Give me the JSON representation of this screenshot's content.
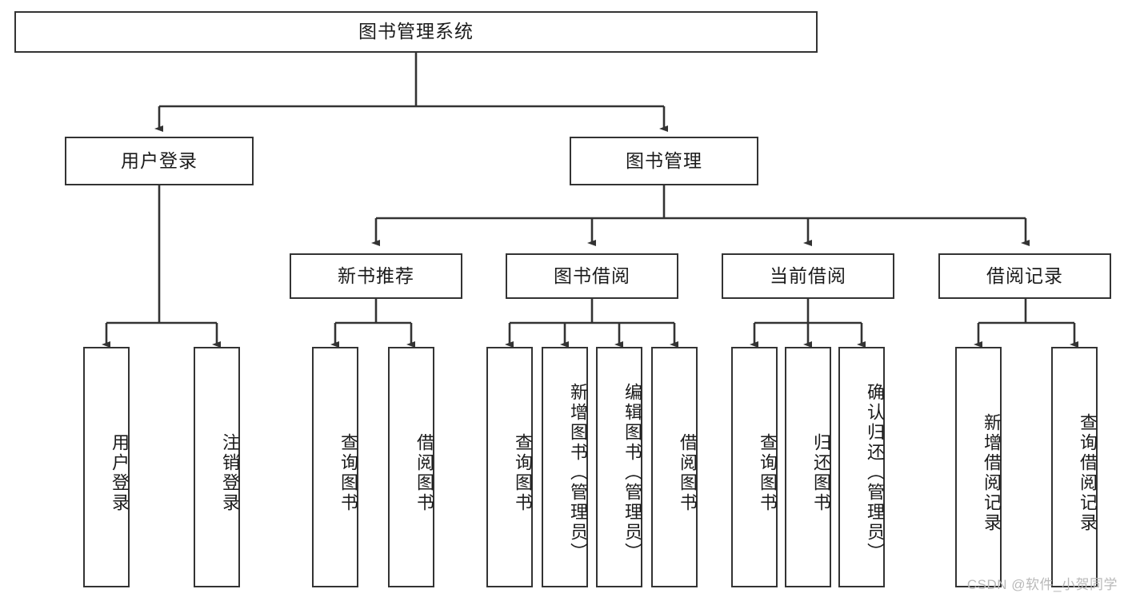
{
  "diagram": {
    "type": "tree-hierarchy",
    "title": "图书管理系统",
    "root": {
      "label": "图书管理系统"
    },
    "level2": [
      {
        "label": "用户登录"
      },
      {
        "label": "图书管理"
      }
    ],
    "level3": [
      {
        "label": "新书推荐"
      },
      {
        "label": "图书借阅"
      },
      {
        "label": "当前借阅"
      },
      {
        "label": "借阅记录"
      }
    ],
    "leaves": {
      "user_login": [
        {
          "label": "用户登录"
        },
        {
          "label": "注销登录"
        }
      ],
      "new_book_recommend": [
        {
          "label": "查询图书"
        },
        {
          "label": "借阅图书"
        }
      ],
      "book_borrow": [
        {
          "label": "查询图书"
        },
        {
          "label": "新增图书（管理员）"
        },
        {
          "label": "编辑图书（管理员）"
        },
        {
          "label": "借阅图书"
        }
      ],
      "current_borrow": [
        {
          "label": "查询图书"
        },
        {
          "label": "归还图书"
        },
        {
          "label": "确认归还（管理员）"
        }
      ],
      "borrow_record": [
        {
          "label": "新增借阅记录"
        },
        {
          "label": "查询借阅记录"
        }
      ]
    }
  },
  "watermark": {
    "text": "CSDN @软件_小贺同学"
  },
  "colors": {
    "border": "#333333",
    "text": "#1b1b1b",
    "background": "#ffffff",
    "watermark": "#b9b9b9"
  }
}
